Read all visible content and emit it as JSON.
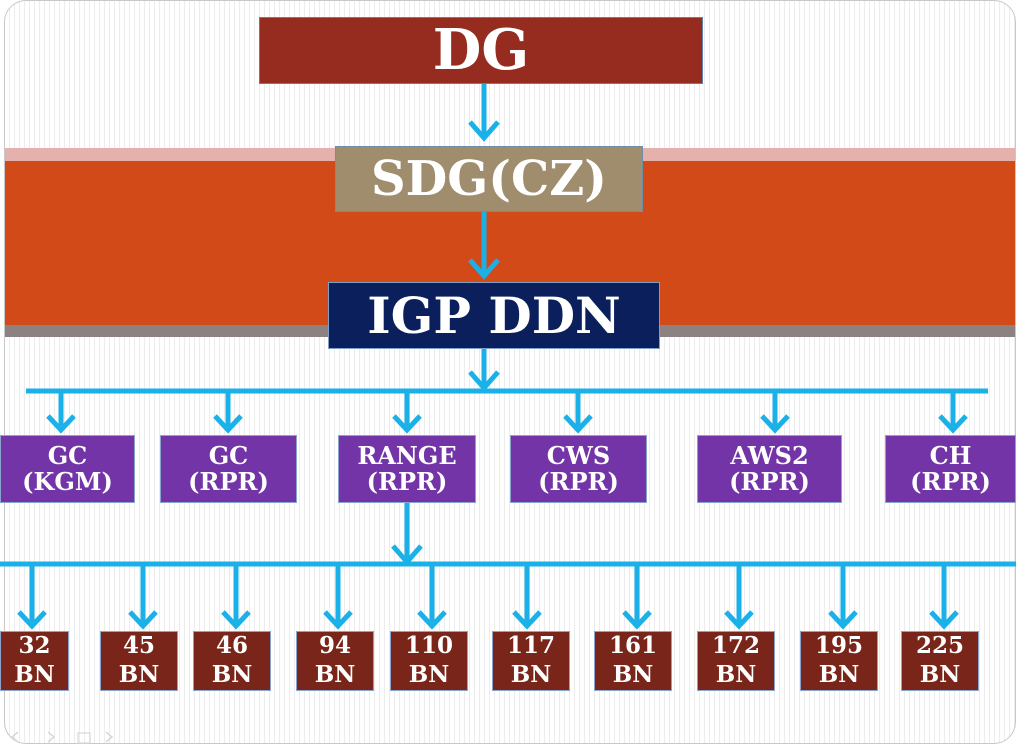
{
  "diagram": {
    "top": "DG",
    "second": "SDG(CZ)",
    "third": "IGP DDN",
    "mid_nodes": [
      {
        "line1": "GC",
        "line2": "(KGM)"
      },
      {
        "line1": "GC",
        "line2": "(RPR)"
      },
      {
        "line1": "RANGE",
        "line2": "(RPR)"
      },
      {
        "line1": "CWS",
        "line2": "(RPR)"
      },
      {
        "line1": "AWS2",
        "line2": "(RPR)"
      },
      {
        "line1": "CH",
        "line2": "(RPR)"
      }
    ],
    "bn_nodes": [
      {
        "number": "32",
        "unit": "BN"
      },
      {
        "number": "45",
        "unit": "BN"
      },
      {
        "number": "46",
        "unit": "BN"
      },
      {
        "number": "94",
        "unit": "BN"
      },
      {
        "number": "110",
        "unit": "BN"
      },
      {
        "number": "117",
        "unit": "BN"
      },
      {
        "number": "161",
        "unit": "BN"
      },
      {
        "number": "172",
        "unit": "BN"
      },
      {
        "number": "195",
        "unit": "BN"
      },
      {
        "number": "225",
        "unit": "BN"
      }
    ]
  },
  "colors": {
    "dg": "#962b1f",
    "sdg": "#a08d6d",
    "igp": "#0a1f5c",
    "mid": "#7234a6",
    "bn": "#7a2519",
    "connector": "#1ab1e8",
    "band_orange": "#d24a18",
    "band_pink": "#e4b1ac",
    "band_gray": "#8c8282"
  },
  "icons": [
    "arrow-down-icon",
    "slide-nav-icons"
  ]
}
